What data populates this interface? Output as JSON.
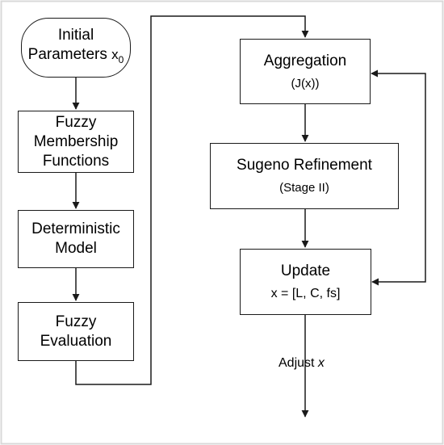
{
  "nodes": {
    "initial": {
      "line1": "Initial",
      "line2": "Parameters ",
      "subscript_var": "x",
      "subscript": "0"
    },
    "fuzzy_membership": {
      "line1": "Fuzzy",
      "line2": "Membership",
      "line3": "Functions"
    },
    "deterministic": {
      "line1": "Deterministic",
      "line2": "Model"
    },
    "fuzzy_evaluation": {
      "line1": "Fuzzy",
      "line2": "Evaluation"
    },
    "aggregation": {
      "title": "Aggregation",
      "detail": "(J(x))"
    },
    "sugeno": {
      "title": "Sugeno Refinement",
      "detail": "(Stage II)"
    },
    "update": {
      "title": "Update",
      "detail": "x = [L, C, fs]"
    }
  },
  "edge_labels": {
    "adjust_prefix": "Adjust ",
    "adjust_var": "x"
  },
  "colors": {
    "stroke": "#1a1a1a",
    "frame": "#d9d9d9",
    "background": "#ffffff"
  }
}
